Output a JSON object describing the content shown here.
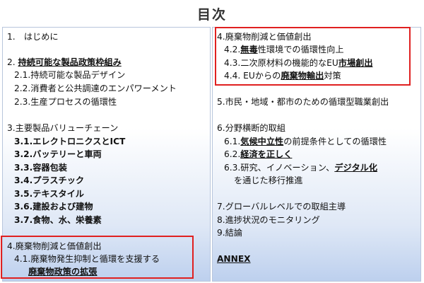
{
  "title": "目次",
  "left": {
    "s1": "1.　はじめに",
    "s2_num": "2.",
    "s2": "持続可能な製品政策枠組み",
    "s2_1": "2.1.持続可能な製品デザイン",
    "s2_2": "2.2.消費者と公共調達のエンパワーメント",
    "s2_3": "2.3.生産プロセスの循環性",
    "s3": "3.主要製品バリューチェーン",
    "s3_1": "3.1.エレクトロニクスとICT",
    "s3_2": "3.2.バッテリーと車両",
    "s3_3": "3.3.容器包装",
    "s3_4": "3.4.プラスチック",
    "s3_5": "3.5.テキスタイル",
    "s3_6": "3.6.建設および建物",
    "s3_7": "3.7.食物、水、栄養素",
    "s4": "4.廃棄物削減と価値創出",
    "s4_1": "4.1.廃棄物発生抑制と循環を支援する",
    "s4_1b": "廃棄物政策の拡張"
  },
  "right": {
    "s4": "4.廃棄物削減と価値創出",
    "s4_2a": "4.2.",
    "s4_2b": "無毒",
    "s4_2c": "性環境での循環性向上",
    "s4_3a": "4.3.二次原材料の機能的なEU",
    "s4_3b": "市場創出",
    "s4_4a": "4.4. EUからの",
    "s4_4b": "廃棄物輸出",
    "s4_4c": "対策",
    "s5": "5.市民・地域・都市のための循環型職業創出",
    "s6": "6.分野横断的取組",
    "s6_1a": "6.1.",
    "s6_1b": "気候中立性",
    "s6_1c": "の前提条件としての循環性",
    "s6_2a": "6.2.",
    "s6_2b": "経済を正しく",
    "s6_3a": "6.3.研究、イノベーション、",
    "s6_3b": "デジタル化",
    "s6_3c": "を通じた移行推進",
    "s7": "7.グローバルレベルでの取組主導",
    "s8": "8.進捗状況のモニタリング",
    "s9": "9.結論",
    "annex": "ANNEX"
  }
}
